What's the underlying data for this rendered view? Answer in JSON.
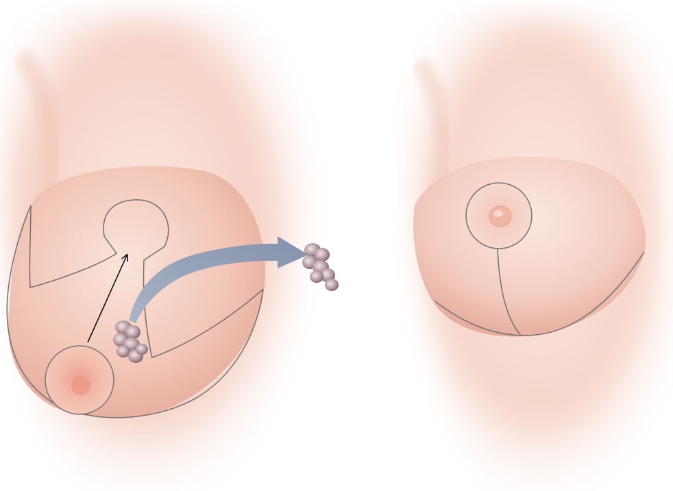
{
  "illustration": {
    "panels": [
      {
        "name": "before-view",
        "marks": [
          "keyhole-incision-pattern",
          "nipple-areola-complex",
          "tissue-excision",
          "nipple-relocation-arrow",
          "tissue-removal-arrow",
          "removed-tissue"
        ]
      },
      {
        "name": "after-view",
        "marks": [
          "nipple-areola-complex",
          "vertical-scar",
          "inframammary-scar"
        ]
      }
    ],
    "colors": {
      "background": "#ffffff",
      "skin_light": "#fbe8e0",
      "skin_mid": "#f3c9bb",
      "skin_shadow": "#e2a390",
      "outline": "#7a7272",
      "areola": "#f1c4b4",
      "nipple": "#ee9f8e",
      "arrow_black": "#111111",
      "arrow_gray": "#8f9bb2",
      "tissue": "#8b6b70",
      "tissue_highlight": "#e9dde0"
    }
  }
}
